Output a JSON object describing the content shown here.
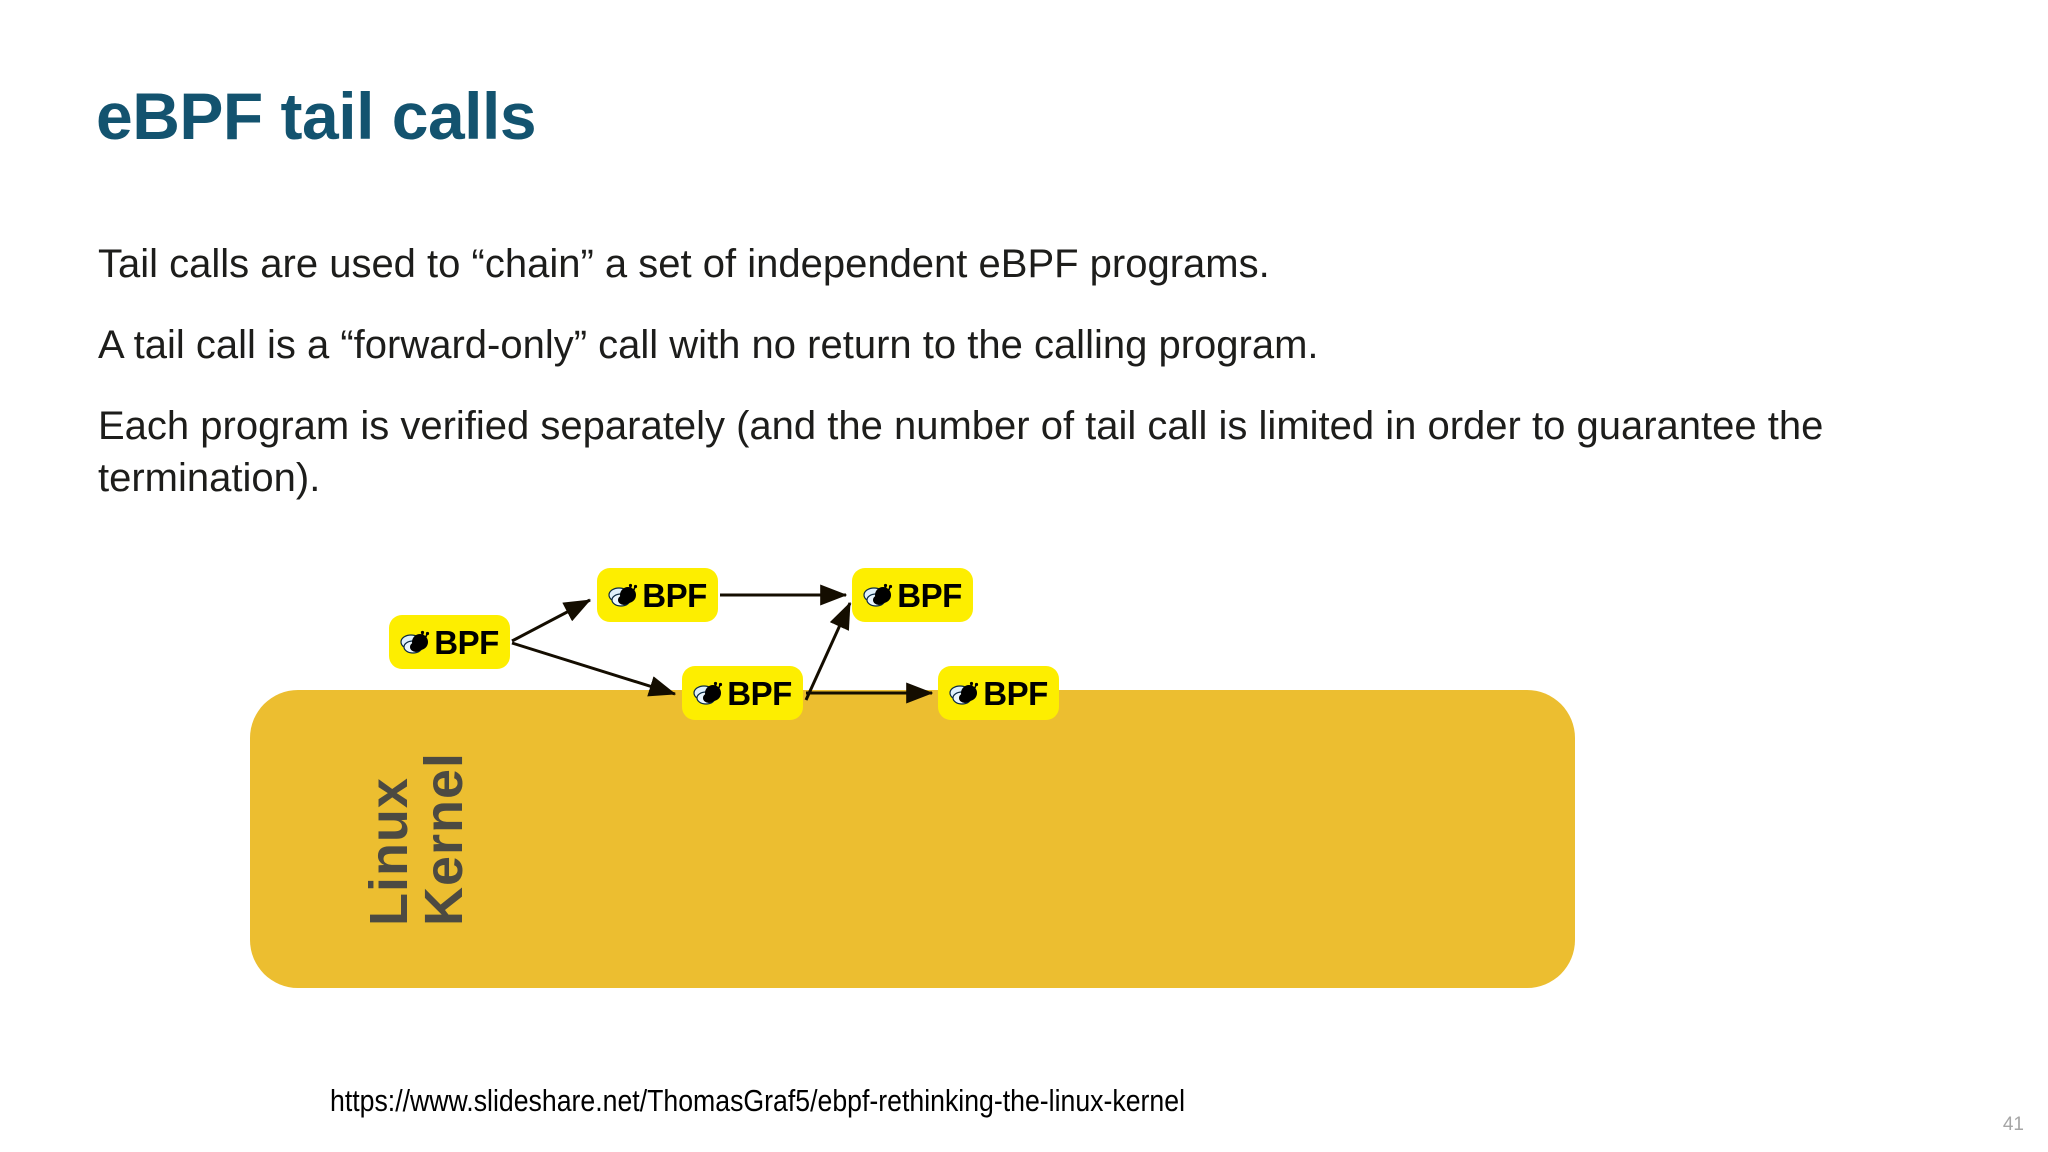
{
  "slide": {
    "title": "eBPF tail calls",
    "page_number": "41",
    "background_color": "#ffffff",
    "title_color": "#13536f",
    "body_text_color": "#1d1d1b",
    "paragraphs": [
      "Tail calls are used to “chain” a set of independent eBPF programs.",
      "A tail call is a “forward-only” call with no return to the calling program.",
      "Each program is verified separately (and the number of tail call is limited in order to guarantee the termination)."
    ],
    "source_url": "https://www.slideshare.net/ThomasGraf5/ebpf-rethinking-the-linux-kernel"
  },
  "diagram": {
    "panel_color": "#ecbe30",
    "node_color": "#fdee00",
    "arrow_color": "#000000",
    "kernel_label_color": "#4c4a42",
    "kernel_label_line1": "Linux",
    "kernel_label_line2": "Kernel",
    "nodes": [
      {
        "id": "a",
        "label": "BPF",
        "icon": "bee-icon"
      },
      {
        "id": "b",
        "label": "BPF",
        "icon": "bee-icon"
      },
      {
        "id": "c",
        "label": "BPF",
        "icon": "bee-icon"
      },
      {
        "id": "d",
        "label": "BPF",
        "icon": "bee-icon"
      },
      {
        "id": "e",
        "label": "BPF",
        "icon": "bee-icon"
      }
    ],
    "edges": [
      {
        "from": "a",
        "to": "b"
      },
      {
        "from": "a",
        "to": "d"
      },
      {
        "from": "b",
        "to": "c"
      },
      {
        "from": "d",
        "to": "c"
      },
      {
        "from": "d",
        "to": "e"
      }
    ]
  }
}
